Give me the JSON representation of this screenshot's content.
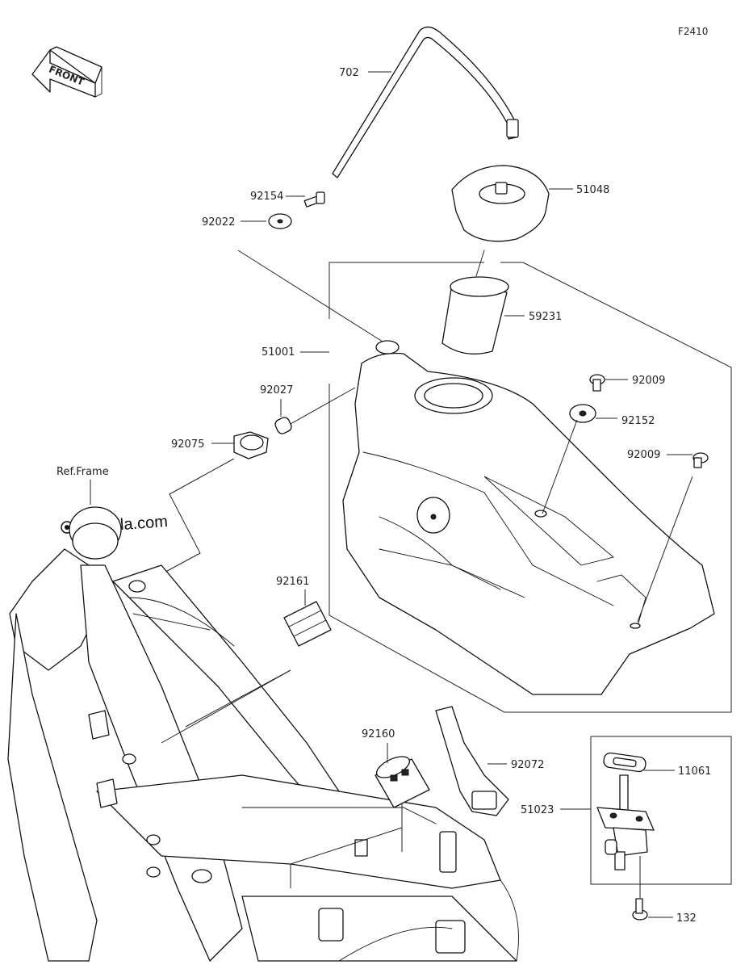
{
  "diagram": {
    "code": "F2410",
    "front_label": "FRONT",
    "watermark": "Partzilla.com",
    "ref_frame": "Ref.Frame",
    "parts": [
      {
        "id": "p702",
        "number": "702"
      },
      {
        "id": "p92154",
        "number": "92154"
      },
      {
        "id": "p92022",
        "number": "92022"
      },
      {
        "id": "p51048",
        "number": "51048"
      },
      {
        "id": "p59231",
        "number": "59231"
      },
      {
        "id": "p51001",
        "number": "51001"
      },
      {
        "id": "p92009a",
        "number": "92009"
      },
      {
        "id": "p92027",
        "number": "92027"
      },
      {
        "id": "p92152",
        "number": "92152"
      },
      {
        "id": "p92075",
        "number": "92075"
      },
      {
        "id": "p92009b",
        "number": "92009"
      },
      {
        "id": "p92161",
        "number": "92161"
      },
      {
        "id": "p92160",
        "number": "92160"
      },
      {
        "id": "p92072",
        "number": "92072"
      },
      {
        "id": "p11061",
        "number": "11061"
      },
      {
        "id": "p51023",
        "number": "51023"
      },
      {
        "id": "p132",
        "number": "132"
      }
    ]
  }
}
